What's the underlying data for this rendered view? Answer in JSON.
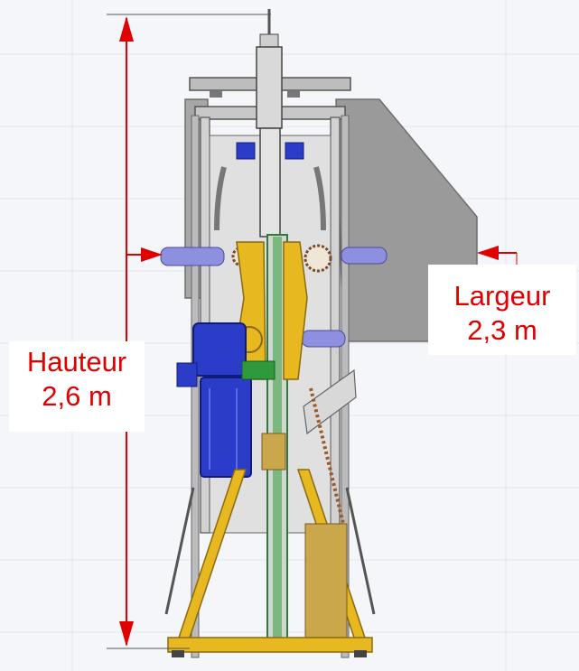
{
  "dimensions": {
    "height": {
      "label": "Hauteur",
      "value": "2,6 m"
    },
    "width": {
      "label": "Largeur",
      "value": "2,3 m"
    }
  },
  "colors": {
    "annotation": "#e00000",
    "frame_gray": "#8c8c8c",
    "panel_gray": "#9a9a9a",
    "motor_blue": "#2a3cc8",
    "actuator_lavender": "#8f8fe0",
    "leg_yellow": "#e8b820",
    "tan": "#c9a74a",
    "green": "#2f9a3c",
    "background": "#ffffff",
    "floor_tint": "#e6ecf2"
  }
}
